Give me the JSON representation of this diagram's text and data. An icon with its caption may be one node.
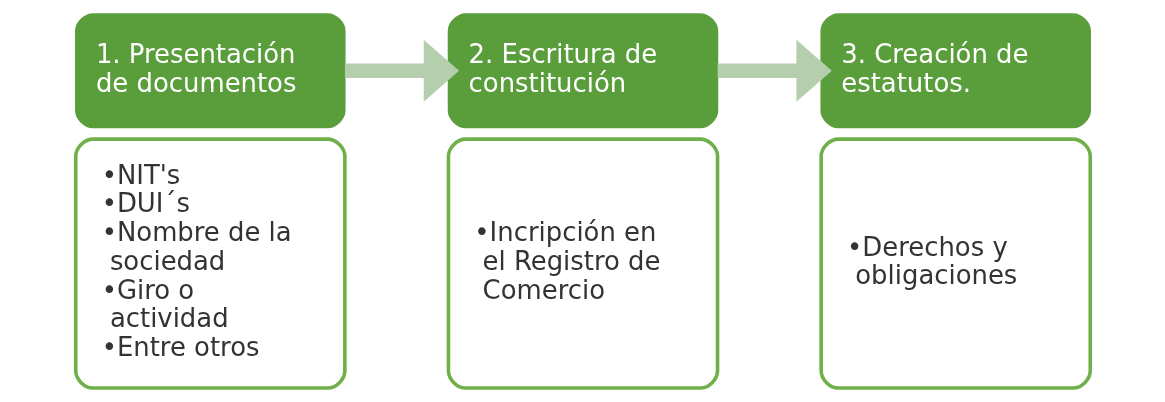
{
  "diagram": {
    "nodes": [
      {
        "text": [
          "1. Presentación de documentos"
        ]
      },
      {
        "text": [
          "•NIT's",
          "•DUI´s",
          "•Nombre de la sociedad",
          "•Giro o actividad",
          "•Entre otros"
        ]
      },
      {
        "text": [
          "2. Escritura de constitución"
        ]
      },
      {
        "text": [
          "•Incripción en el Registro de Comercio"
        ]
      },
      {
        "text": [
          "3. Creación de estatutos."
        ]
      },
      {
        "text": [
          "•Derechos y obligaciones"
        ]
      }
    ],
    "edges": [
      {
        "from": 0,
        "to": 2,
        "arrow": "to"
      },
      {
        "from": 2,
        "to": 4,
        "arrow": "to"
      }
    ]
  }
}
